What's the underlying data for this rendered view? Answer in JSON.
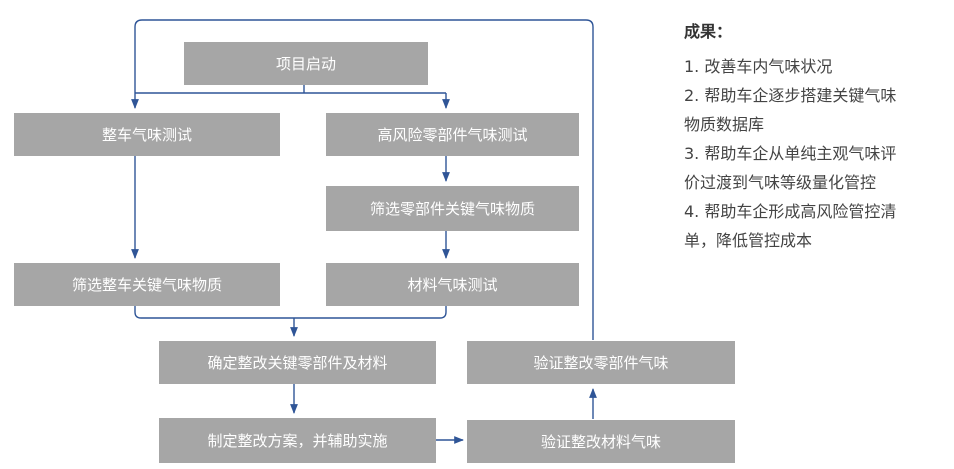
{
  "flowchart": {
    "start": "项目启动",
    "vehicle_test": "整车气味测试",
    "high_risk_test": "高风险零部件气味测试",
    "screen_parts": "筛选零部件关键气味物质",
    "screen_vehicle": "筛选整车关键气味物质",
    "material_test": "材料气味测试",
    "determine": "确定整改关键零部件及材料",
    "plan": "制定整改方案，并辅助实施",
    "verify_material": "验证整改材料气味",
    "verify_parts": "验证整改零部件气味"
  },
  "results": {
    "title": "成果：",
    "items": [
      "1. 改善车内气味状况",
      "2. 帮助车企逐步搭建关键气味",
      "物质数据库",
      "3. 帮助车企从单纯主观气味评",
      "价过渡到气味等级量化管控",
      "4. 帮助车企形成高风险管控清",
      "单，降低管控成本"
    ]
  },
  "colors": {
    "box": "#a6a6a6",
    "line": "#2f5597",
    "text": "#ffffff"
  }
}
